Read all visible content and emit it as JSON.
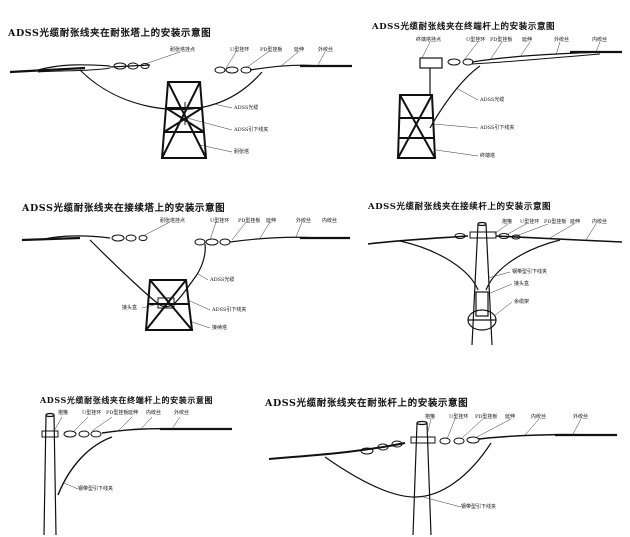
{
  "panels": [
    {
      "title": "ADSS光缆耐张线夹在耐张塔上的安装示意图",
      "callouts": [
        "耐张塔挂点",
        "U型挂环",
        "PD型挂板",
        "延伸",
        "外绞丝",
        "ADSS光缆",
        "ADSS引下线夹",
        "耐张塔"
      ]
    },
    {
      "title": "ADSS光缆耐张线夹在终端杆上的安装示意图",
      "callouts": [
        "终端塔挂点",
        "U型挂环",
        "PD型挂板",
        "延伸",
        "外绞丝",
        "内绞丝",
        "ADSS光缆",
        "ADSS引下线夹",
        "终端塔"
      ]
    },
    {
      "title": "ADSS光缆耐张线夹在接续塔上的安装示意图",
      "callouts": [
        "耐张塔挂点",
        "U型挂环",
        "PD型挂板",
        "延伸",
        "外绞丝",
        "内绞丝",
        "ADSS光缆",
        "接头盒",
        "ADSS引下线夹",
        "接续塔"
      ]
    },
    {
      "title": "ADSS光缆耐张线夹在接续杆上的安装示意图",
      "callouts": [
        "抱箍",
        "U型挂环",
        "PD型挂板",
        "延伸",
        "内绞丝",
        "钢带型引下线夹",
        "接头盒",
        "余缆架"
      ]
    },
    {
      "title": "ADSS光缆耐张线夹在终端杆上的安装示意图",
      "callouts": [
        "抱箍",
        "U型挂环",
        "PD型挂板",
        "延伸",
        "内绞丝",
        "外绞丝",
        "钢带型引下线夹"
      ]
    },
    {
      "title": "ADSS光缆耐张线夹在耐张杆上的安装示意图",
      "callouts": [
        "抱箍",
        "U型挂环",
        "PD型挂板",
        "延伸",
        "内绞丝",
        "外绞丝",
        "钢带型引下线夹"
      ]
    }
  ]
}
